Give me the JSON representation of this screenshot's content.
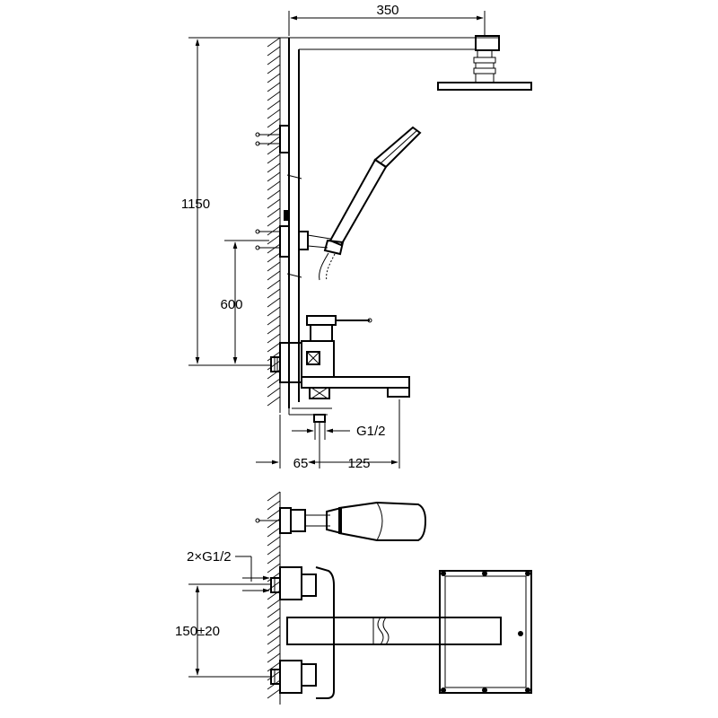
{
  "dimensions": {
    "arm_length": "350",
    "total_height": "1150",
    "mixer_height": "600",
    "thread_size": "G1/2",
    "wall_offset": "65",
    "spout_length": "125",
    "inlet_thread": "2×G1/2",
    "inlet_spacing": "150±20"
  },
  "colors": {
    "line": "#000000",
    "background": "#ffffff"
  }
}
